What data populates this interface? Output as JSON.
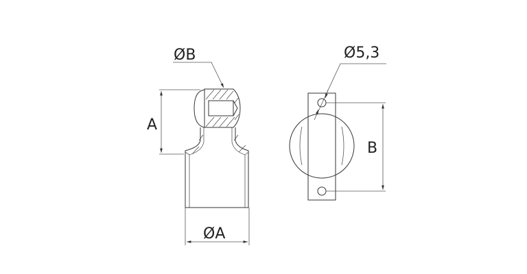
{
  "drawing": {
    "side_view": {
      "label_diameter_b": "ØB",
      "label_height_a": "A",
      "label_diameter_a": "ØA"
    },
    "front_view": {
      "label_hole_diameter": "Ø5,3",
      "label_hole_spacing": "B"
    },
    "line_color": "#333333"
  }
}
